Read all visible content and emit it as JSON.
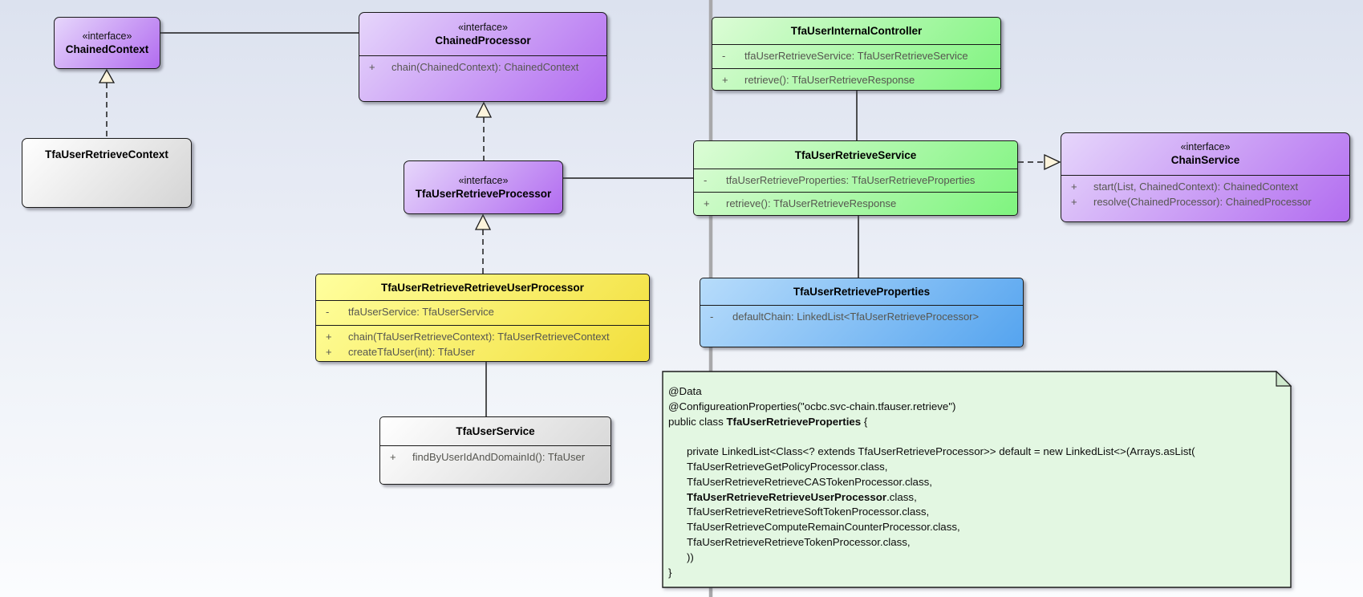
{
  "diagram": {
    "stereotype_interface": "«interface»",
    "classes": {
      "chained_context": {
        "name": "ChainedContext"
      },
      "chained_processor": {
        "name": "ChainedProcessor",
        "methods": [
          {
            "vis": "+",
            "text": "chain(ChainedContext): ChainedContext"
          }
        ]
      },
      "tfa_user_retrieve_context": {
        "name": "TfaUserRetrieveContext"
      },
      "tfa_user_retrieve_processor": {
        "name": "TfaUserRetrieveProcessor"
      },
      "tfa_user_internal_controller": {
        "name": "TfaUserInternalController",
        "attributes": [
          {
            "vis": "-",
            "text": "tfaUserRetrieveService: TfaUserRetrieveService"
          }
        ],
        "methods": [
          {
            "vis": "+",
            "text": "retrieve(): TfaUserRetrieveResponse"
          }
        ]
      },
      "tfa_user_retrieve_service": {
        "name": "TfaUserRetrieveService",
        "attributes": [
          {
            "vis": "-",
            "text": "tfaUserRetrieveProperties: TfaUserRetrieveProperties"
          }
        ],
        "methods": [
          {
            "vis": "+",
            "text": "retrieve(): TfaUserRetrieveResponse"
          }
        ]
      },
      "chain_service": {
        "name": "ChainService",
        "methods": [
          {
            "vis": "+",
            "text": "start(List, ChainedContext): ChainedContext"
          },
          {
            "vis": "+",
            "text": "resolve(ChainedProcessor): ChainedProcessor"
          }
        ]
      },
      "tfa_user_retrieve_retrieve_user_processor": {
        "name": "TfaUserRetrieveRetrieveUserProcessor",
        "attributes": [
          {
            "vis": "-",
            "text": "tfaUserService: TfaUserService"
          }
        ],
        "methods": [
          {
            "vis": "+",
            "text": "chain(TfaUserRetrieveContext): TfaUserRetrieveContext"
          },
          {
            "vis": "+",
            "text": "createTfaUser(int): TfaUser"
          }
        ]
      },
      "tfa_user_service": {
        "name": "TfaUserService",
        "methods": [
          {
            "vis": "+",
            "text": "findByUserIdAndDomainId(): TfaUser"
          }
        ]
      },
      "tfa_user_retrieve_properties": {
        "name": "TfaUserRetrieveProperties",
        "attributes": [
          {
            "vis": "-",
            "text": "defaultChain: LinkedList<TfaUserRetrieveProcessor>"
          }
        ]
      }
    },
    "note": {
      "lines": [
        {
          "pre": "@Data",
          "bold": "",
          "post": ""
        },
        {
          "pre": "@ConfigureationProperties(\"ocbc.svc-chain.tfauser.retrieve\")",
          "bold": "",
          "post": ""
        },
        {
          "pre": "public class ",
          "bold": "TfaUserRetrieveProperties",
          "post": " {"
        },
        {
          "pre": "",
          "bold": "",
          "post": ""
        },
        {
          "pre": "private LinkedList<Class<? extends TfaUserRetrieveProcessor>> default = new LinkedList<>(Arrays.asList(",
          "bold": "",
          "post": ""
        },
        {
          "pre": "TfaUserRetrieveGetPolicyProcessor.class,",
          "bold": "",
          "post": ""
        },
        {
          "pre": "TfaUserRetrieveRetrieveCASTokenProcessor.class,",
          "bold": "",
          "post": ""
        },
        {
          "pre": "",
          "bold": "TfaUserRetrieveRetrieveUserProcessor",
          "post": ".class,"
        },
        {
          "pre": "TfaUserRetrieveRetrieveSoftTokenProcessor.class,",
          "bold": "",
          "post": ""
        },
        {
          "pre": "TfaUserRetrieveComputeRemainCounterProcessor.class,",
          "bold": "",
          "post": ""
        },
        {
          "pre": "TfaUserRetrieveRetrieveTokenProcessor.class,",
          "bold": "",
          "post": ""
        },
        {
          "pre": "))",
          "bold": "",
          "post": ""
        },
        {
          "pre": "}",
          "bold": "",
          "post": ""
        }
      ]
    },
    "colors": {
      "purple_from": "#e6d6fb",
      "purple_to": "#b26cf0",
      "green_from": "#dcfcd6",
      "green_to": "#7ff47f",
      "yellow_from": "#ffff9e",
      "yellow_to": "#f2df3c",
      "blue_from": "#b7dcfb",
      "blue_to": "#55a4ef",
      "plain_from": "#ffffff",
      "plain_to": "#d4d4d4",
      "note_fill": "#e3f7e2",
      "note_fold": "#cfe9cd",
      "background_top": "#dce2ef",
      "background_bottom": "#fbfcfe",
      "line_gray": "#a8a8aa",
      "triangle_fill": "#fdf4dc",
      "member_text": "#565650"
    }
  }
}
